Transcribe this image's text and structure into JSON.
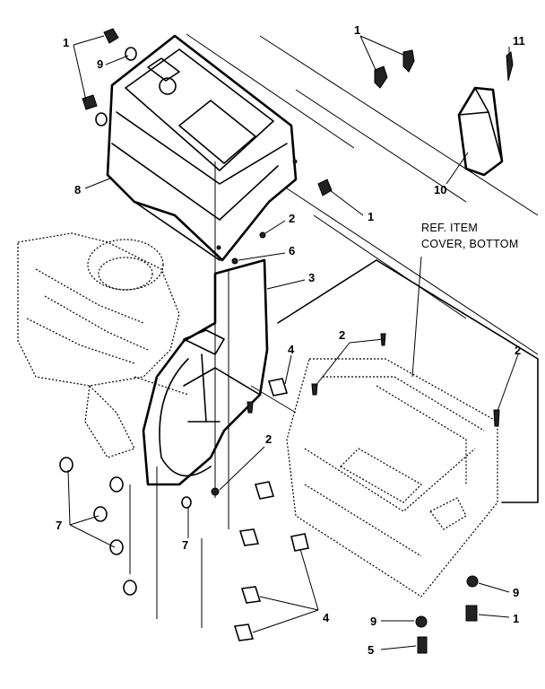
{
  "reference_note": {
    "line1": "REF. ITEM",
    "line2": "COVER, BOTTOM"
  },
  "callouts": [
    {
      "id": "c1a",
      "text": "1"
    },
    {
      "id": "c9a",
      "text": "9"
    },
    {
      "id": "c8",
      "text": "8"
    },
    {
      "id": "c1b",
      "text": "1"
    },
    {
      "id": "c11",
      "text": "11"
    },
    {
      "id": "c10",
      "text": "10"
    },
    {
      "id": "c1c",
      "text": "1"
    },
    {
      "id": "c2a",
      "text": "2"
    },
    {
      "id": "c6",
      "text": "6"
    },
    {
      "id": "c3",
      "text": "3"
    },
    {
      "id": "c2b",
      "text": "2"
    },
    {
      "id": "c4a",
      "text": "4"
    },
    {
      "id": "c2c",
      "text": "2"
    },
    {
      "id": "c2d",
      "text": "2"
    },
    {
      "id": "c7a",
      "text": "7"
    },
    {
      "id": "c7b",
      "text": "7"
    },
    {
      "id": "c4b",
      "text": "4"
    },
    {
      "id": "c9b",
      "text": "9"
    },
    {
      "id": "c1d",
      "text": "1"
    },
    {
      "id": "c9c",
      "text": "9"
    },
    {
      "id": "c5",
      "text": "5"
    }
  ]
}
